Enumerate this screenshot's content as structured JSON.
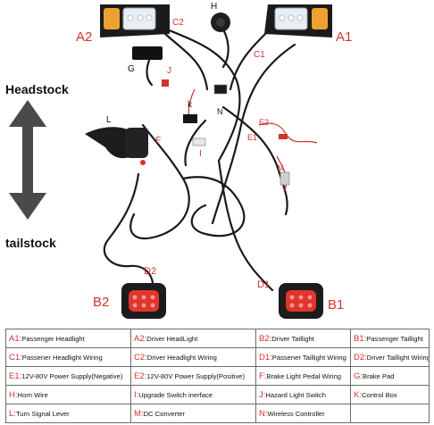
{
  "diagram": {
    "side_labels": {
      "top": "Headstock",
      "bottom": "tailstock"
    },
    "callouts": {
      "A1": "A1",
      "A2": "A2",
      "B1": "B1",
      "B2": "B2",
      "C1": "C1",
      "C2": "C2",
      "D1": "D1",
      "D2": "D2",
      "E1": "E1",
      "E2": "E2",
      "F": "F",
      "G": "G",
      "H": "H",
      "I": "I",
      "J": "J",
      "K": "k",
      "L": "L",
      "M": "M",
      "N": "N"
    },
    "colors": {
      "label_red": "#d4322c",
      "wire_black": "#1a1a1a",
      "lamp_red": "#e0352f",
      "amber": "#f0a030"
    }
  },
  "legend": {
    "rows": [
      [
        {
          "key": "A1:",
          "text": "Passenger Headlight"
        },
        {
          "key": "A2:",
          "text": "Driver HeadLight"
        },
        {
          "key": "B2:",
          "text": "Driver Taillight"
        },
        {
          "key": "B1:",
          "text": "Passenger Taillight"
        }
      ],
      [
        {
          "key": "C1:",
          "text": "Passener Headlight Wiring"
        },
        {
          "key": "C2:",
          "text": "Driver Headlight Wiring"
        },
        {
          "key": "D1:",
          "text": "Passener Taillight Wiring"
        },
        {
          "key": "D2:",
          "text": "Driver Taillight Wiring"
        }
      ],
      [
        {
          "key": "E1:",
          "text": "12V-80V Power Supply(Negative)"
        },
        {
          "key": "E2:",
          "text": "12V-80V Power Supply(Positive)"
        },
        {
          "key": "F:",
          "text": "Brake Light Pedal Wiring"
        },
        {
          "key": "G:",
          "text": "Brake Pad"
        }
      ],
      [
        {
          "key": "H:",
          "text": "Horn Wire"
        },
        {
          "key": "I:",
          "text": "Upgrade Switch inerface"
        },
        {
          "key": "J:",
          "text": "Hazard Light Switch"
        },
        {
          "key": "K:",
          "text": "Control Box"
        }
      ],
      [
        {
          "key": "L:",
          "text": "Turn Signal Lever"
        },
        {
          "key": "M:",
          "text": "DC Converter"
        },
        {
          "key": "N:",
          "text": "Wireless Controller"
        },
        {
          "key": "",
          "text": ""
        }
      ]
    ]
  }
}
